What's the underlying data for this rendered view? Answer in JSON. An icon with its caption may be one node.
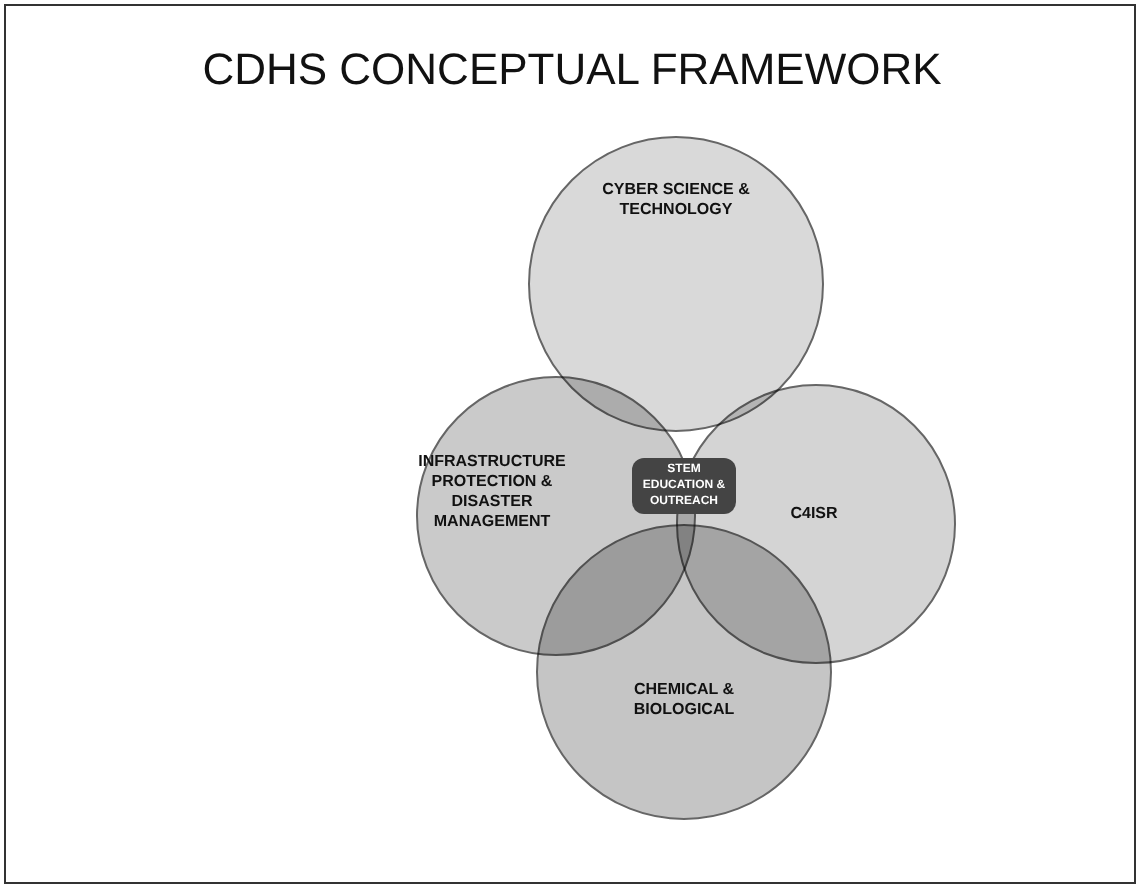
{
  "diagram": {
    "title": "CDHS CONCEPTUAL FRAMEWORK",
    "nodes": [
      {
        "text": [
          "CYBER SCIENCE & TECHNOLOGY"
        ]
      },
      {
        "text": [
          "INFRASTRUCTURE PROTECTION & DISASTER MANAGEMENT"
        ]
      },
      {
        "text": [
          "C4ISR"
        ]
      },
      {
        "text": [
          "CHEMICAL & BIOLOGICAL"
        ]
      }
    ],
    "labels": [
      "STEM EDUCATION & OUTREACH"
    ]
  }
}
